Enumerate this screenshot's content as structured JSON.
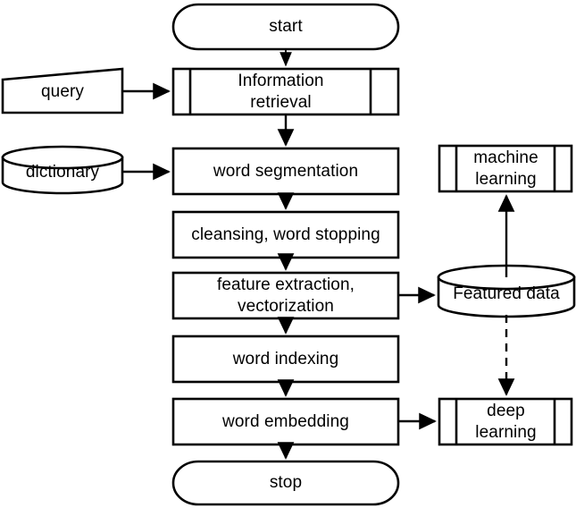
{
  "diagram": {
    "title": "NLP text processing pipeline flowchart",
    "stroke_color": "#000000",
    "fill_color": "#ffffff",
    "nodes": [
      {
        "id": "start",
        "label": "start",
        "shape": "terminator"
      },
      {
        "id": "information-retrieval",
        "label": "Information\nretrieval",
        "shape": "predefined-process"
      },
      {
        "id": "query",
        "label": "query",
        "shape": "data-slanted"
      },
      {
        "id": "dictionary",
        "label": "dictionary",
        "shape": "cylinder"
      },
      {
        "id": "word-segmentation",
        "label": "word segmentation",
        "shape": "process"
      },
      {
        "id": "cleansing",
        "label": "cleansing, word stopping",
        "shape": "process"
      },
      {
        "id": "feature-extraction",
        "label": "feature extraction,\nvectorization",
        "shape": "process"
      },
      {
        "id": "word-indexing",
        "label": "word indexing",
        "shape": "process"
      },
      {
        "id": "word-embedding",
        "label": "word embedding",
        "shape": "process"
      },
      {
        "id": "stop",
        "label": "stop",
        "shape": "terminator"
      },
      {
        "id": "machine-learning",
        "label": "machine\nlearning",
        "shape": "predefined-process"
      },
      {
        "id": "featured-data",
        "label": "Featured data",
        "shape": "cylinder"
      },
      {
        "id": "deep-learning",
        "label": "deep\nlearning",
        "shape": "predefined-process"
      }
    ],
    "edges": [
      {
        "from": "start",
        "to": "information-retrieval",
        "style": "solid",
        "direction": "down"
      },
      {
        "from": "query",
        "to": "information-retrieval",
        "style": "solid",
        "direction": "right"
      },
      {
        "from": "information-retrieval",
        "to": "word-segmentation",
        "style": "solid",
        "direction": "down"
      },
      {
        "from": "dictionary",
        "to": "word-segmentation",
        "style": "solid",
        "direction": "right"
      },
      {
        "from": "word-segmentation",
        "to": "cleansing",
        "style": "solid",
        "direction": "down"
      },
      {
        "from": "cleansing",
        "to": "feature-extraction",
        "style": "solid",
        "direction": "down"
      },
      {
        "from": "feature-extraction",
        "to": "featured-data",
        "style": "solid",
        "direction": "right"
      },
      {
        "from": "feature-extraction",
        "to": "word-indexing",
        "style": "solid",
        "direction": "down"
      },
      {
        "from": "word-indexing",
        "to": "word-embedding",
        "style": "solid",
        "direction": "down"
      },
      {
        "from": "word-embedding",
        "to": "deep-learning",
        "style": "solid",
        "direction": "right"
      },
      {
        "from": "word-embedding",
        "to": "stop",
        "style": "solid",
        "direction": "down"
      },
      {
        "from": "featured-data",
        "to": "machine-learning",
        "style": "solid",
        "direction": "up"
      },
      {
        "from": "featured-data",
        "to": "deep-learning",
        "style": "dashed",
        "direction": "down"
      }
    ]
  }
}
